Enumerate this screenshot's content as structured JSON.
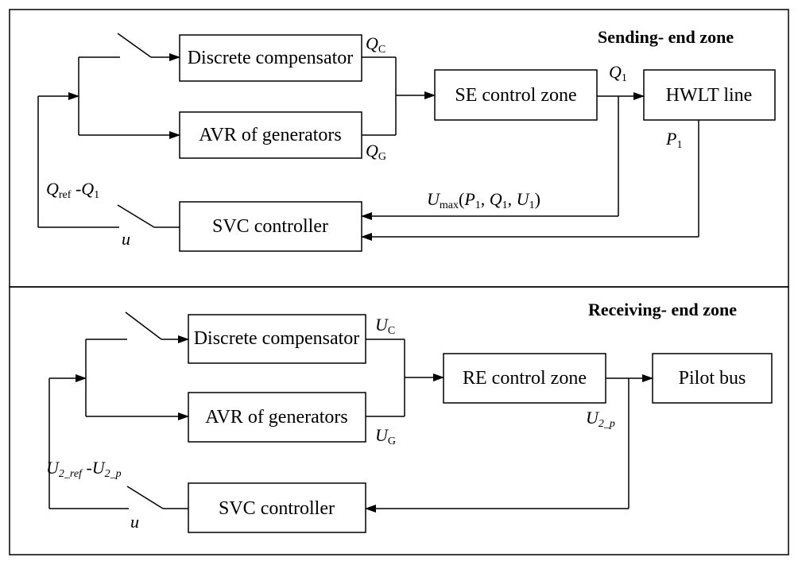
{
  "zones": {
    "sending": {
      "title": "Sending- end zone",
      "blocks": {
        "discrete": "Discrete compensator",
        "avr": "AVR of generators",
        "se_control": "SE control zone",
        "hwlt": "HWLT line",
        "svc": "SVC controller"
      },
      "labels": {
        "qc_main": "Q",
        "qc_sub": "C",
        "qg_main": "Q",
        "qg_sub": "G",
        "q1_main": "Q",
        "q1_sub": "1",
        "p1_main": "P",
        "p1_sub": "1",
        "umax_main": "U",
        "umax_sub": "max",
        "umax_args_open": "(",
        "umax_p": "P",
        "umax_p_sub": "1",
        "umax_q": "Q",
        "umax_q_sub": "1",
        "umax_u": "U",
        "umax_u_sub": "1",
        "umax_sep": ", ",
        "umax_close": ")",
        "qref_main": "Q",
        "qref_sub": "ref",
        "qref_dash": " -",
        "qref_q1_main": "Q",
        "qref_q1_sub": "1",
        "u_switch": "u"
      }
    },
    "receiving": {
      "title": "Receiving- end zone",
      "blocks": {
        "discrete": "Discrete compensator",
        "avr": "AVR of generators",
        "re_control": "RE control zone",
        "pilot": "Pilot bus",
        "svc": "SVC controller"
      },
      "labels": {
        "uc_main": "U",
        "uc_sub": "C",
        "ug_main": "U",
        "ug_sub": "G",
        "u2p_main": "U",
        "u2p_sub": "2_p",
        "uref_main": "U",
        "uref_sub": "2_ref",
        "uref_dash": " -",
        "uref_u2p_main": "U",
        "uref_u2p_sub": "2_p",
        "u_switch": "u"
      }
    }
  }
}
